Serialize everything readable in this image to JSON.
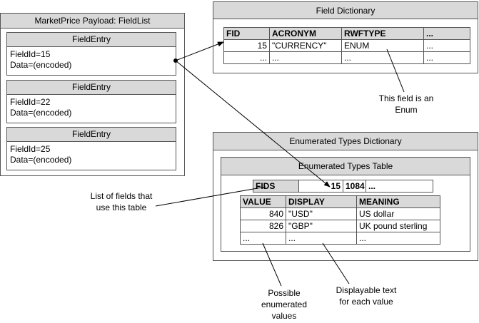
{
  "payload": {
    "title": "MarketPrice Payload: FieldList",
    "entries": [
      {
        "title": "FieldEntry",
        "field_id": "FieldId=15",
        "data": "Data=(encoded)"
      },
      {
        "title": "FieldEntry",
        "field_id": "FieldId=22",
        "data": "Data=(encoded)"
      },
      {
        "title": "FieldEntry",
        "field_id": "FieldId=25",
        "data": "Data=(encoded)"
      }
    ]
  },
  "field_dictionary": {
    "title": "Field Dictionary",
    "headers": [
      "FID",
      "ACRONYM",
      "RWFTYPE",
      "..."
    ],
    "rows": [
      [
        "15",
        "\"CURRENCY\"",
        "ENUM",
        "..."
      ],
      [
        "...",
        "...",
        "...",
        "..."
      ]
    ]
  },
  "enum_dictionary": {
    "title": "Enumerated Types Dictionary",
    "table_title": "Enumerated Types Table",
    "fids": {
      "label": "FIDS",
      "values": [
        "15",
        "1084",
        "..."
      ]
    },
    "headers": [
      "VALUE",
      "DISPLAY",
      "MEANING"
    ],
    "rows": [
      [
        "840",
        "\"USD\"",
        "US dollar"
      ],
      [
        "826",
        "\"GBP\"",
        "UK pound sterling"
      ],
      [
        "...",
        "...",
        "..."
      ]
    ]
  },
  "annotations": {
    "enum_note": [
      "This field is an",
      "Enum"
    ],
    "fields_note": [
      "List of fields that",
      "use this table"
    ],
    "values_note": [
      "Possible",
      "enumerated",
      "values"
    ],
    "display_note": [
      "Displayable text",
      "for each value"
    ]
  }
}
